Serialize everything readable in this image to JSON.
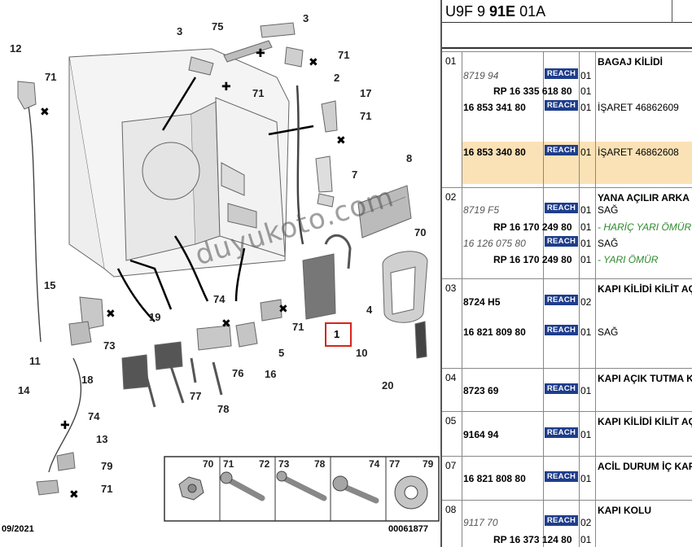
{
  "diagram": {
    "date": "09/2021",
    "reference": "00061877",
    "watermark": "duyukoto.com",
    "selected_callout": "1",
    "callouts": [
      "12",
      "71",
      "3",
      "75",
      "3",
      "71",
      "71",
      "2",
      "17",
      "71",
      "8",
      "7",
      "70",
      "4",
      "10",
      "20",
      "15",
      "73",
      "11",
      "19",
      "74",
      "5",
      "76",
      "16",
      "71",
      "1",
      "14",
      "18",
      "77",
      "78",
      "74",
      "13",
      "79",
      "71"
    ],
    "legend_labels": [
      "70",
      "71",
      "72",
      "73",
      "78",
      "74",
      "77",
      "79"
    ]
  },
  "table": {
    "header_prefix": "U9F 9 ",
    "header_bold": "91E",
    "header_suffix": " 01A",
    "reach_label": "REACH",
    "groups": [
      {
        "num": "01",
        "title": "BAGAJ KİLİDİ",
        "rows": [
          {
            "pn": "8719 94",
            "style": "i",
            "reach": true,
            "qty": "01",
            "desc": ""
          },
          {
            "pn": "RP 16 335 618 80",
            "style": "rp",
            "reach": false,
            "qty": "01",
            "desc": ""
          },
          {
            "pn": "16 853 341 80",
            "style": "b",
            "reach": true,
            "qty": "01",
            "desc": "İŞARET 46862609"
          },
          {
            "pn": "16 853 340 80",
            "style": "b",
            "reach": true,
            "qty": "01",
            "desc": "İŞARET 46862608"
          }
        ]
      },
      {
        "num": "02",
        "title": "YANA AÇILIR ARKA",
        "rows": [
          {
            "pn": "8719 F5",
            "style": "i",
            "reach": true,
            "qty": "01",
            "desc": "SAĞ"
          },
          {
            "pn": "RP 16 170 249 80",
            "style": "rp",
            "reach": false,
            "qty": "01",
            "desc": "- HARİÇ YARI ÖMÜR"
          },
          {
            "pn": "16 126 075 80",
            "style": "i",
            "reach": true,
            "qty": "01",
            "desc": "SAĞ"
          },
          {
            "pn": "RP 16 170 249 80",
            "style": "rp",
            "reach": false,
            "qty": "01",
            "desc": "- YARI ÖMÜR"
          }
        ]
      },
      {
        "num": "03",
        "title": "KAPI KİLİDİ KİLİT AÇ",
        "rows": [
          {
            "pn": "8724 H5",
            "style": "b",
            "reach": true,
            "qty": "02",
            "desc": ""
          },
          {
            "pn": "16 821 809 80",
            "style": "b",
            "reach": true,
            "qty": "01",
            "desc": "SAĞ"
          }
        ]
      },
      {
        "num": "04",
        "title": "KAPI AÇIK TUTMA K",
        "rows": [
          {
            "pn": "8723 69",
            "style": "b",
            "reach": true,
            "qty": "01",
            "desc": ""
          }
        ]
      },
      {
        "num": "05",
        "title": "KAPI KİLİDİ KİLİT AÇ",
        "rows": [
          {
            "pn": "9164 94",
            "style": "b",
            "reach": true,
            "qty": "01",
            "desc": ""
          }
        ]
      },
      {
        "num": "07",
        "title": "ACİL DURUM İÇ KAF",
        "rows": [
          {
            "pn": "16 821 808 80",
            "style": "b",
            "reach": true,
            "qty": "01",
            "desc": ""
          }
        ]
      },
      {
        "num": "08",
        "title": "KAPI KOLU",
        "rows": [
          {
            "pn": "9117 70",
            "style": "i",
            "reach": true,
            "qty": "02",
            "desc": ""
          },
          {
            "pn": "RP 16 373 124 80",
            "style": "rp",
            "reach": false,
            "qty": "01",
            "desc": ""
          }
        ]
      }
    ]
  },
  "colors": {
    "highlight": "#fbe2b6",
    "reach_badge": "#1e3d8c",
    "selection": "#d9241b",
    "note_green": "#2c8a2c"
  }
}
